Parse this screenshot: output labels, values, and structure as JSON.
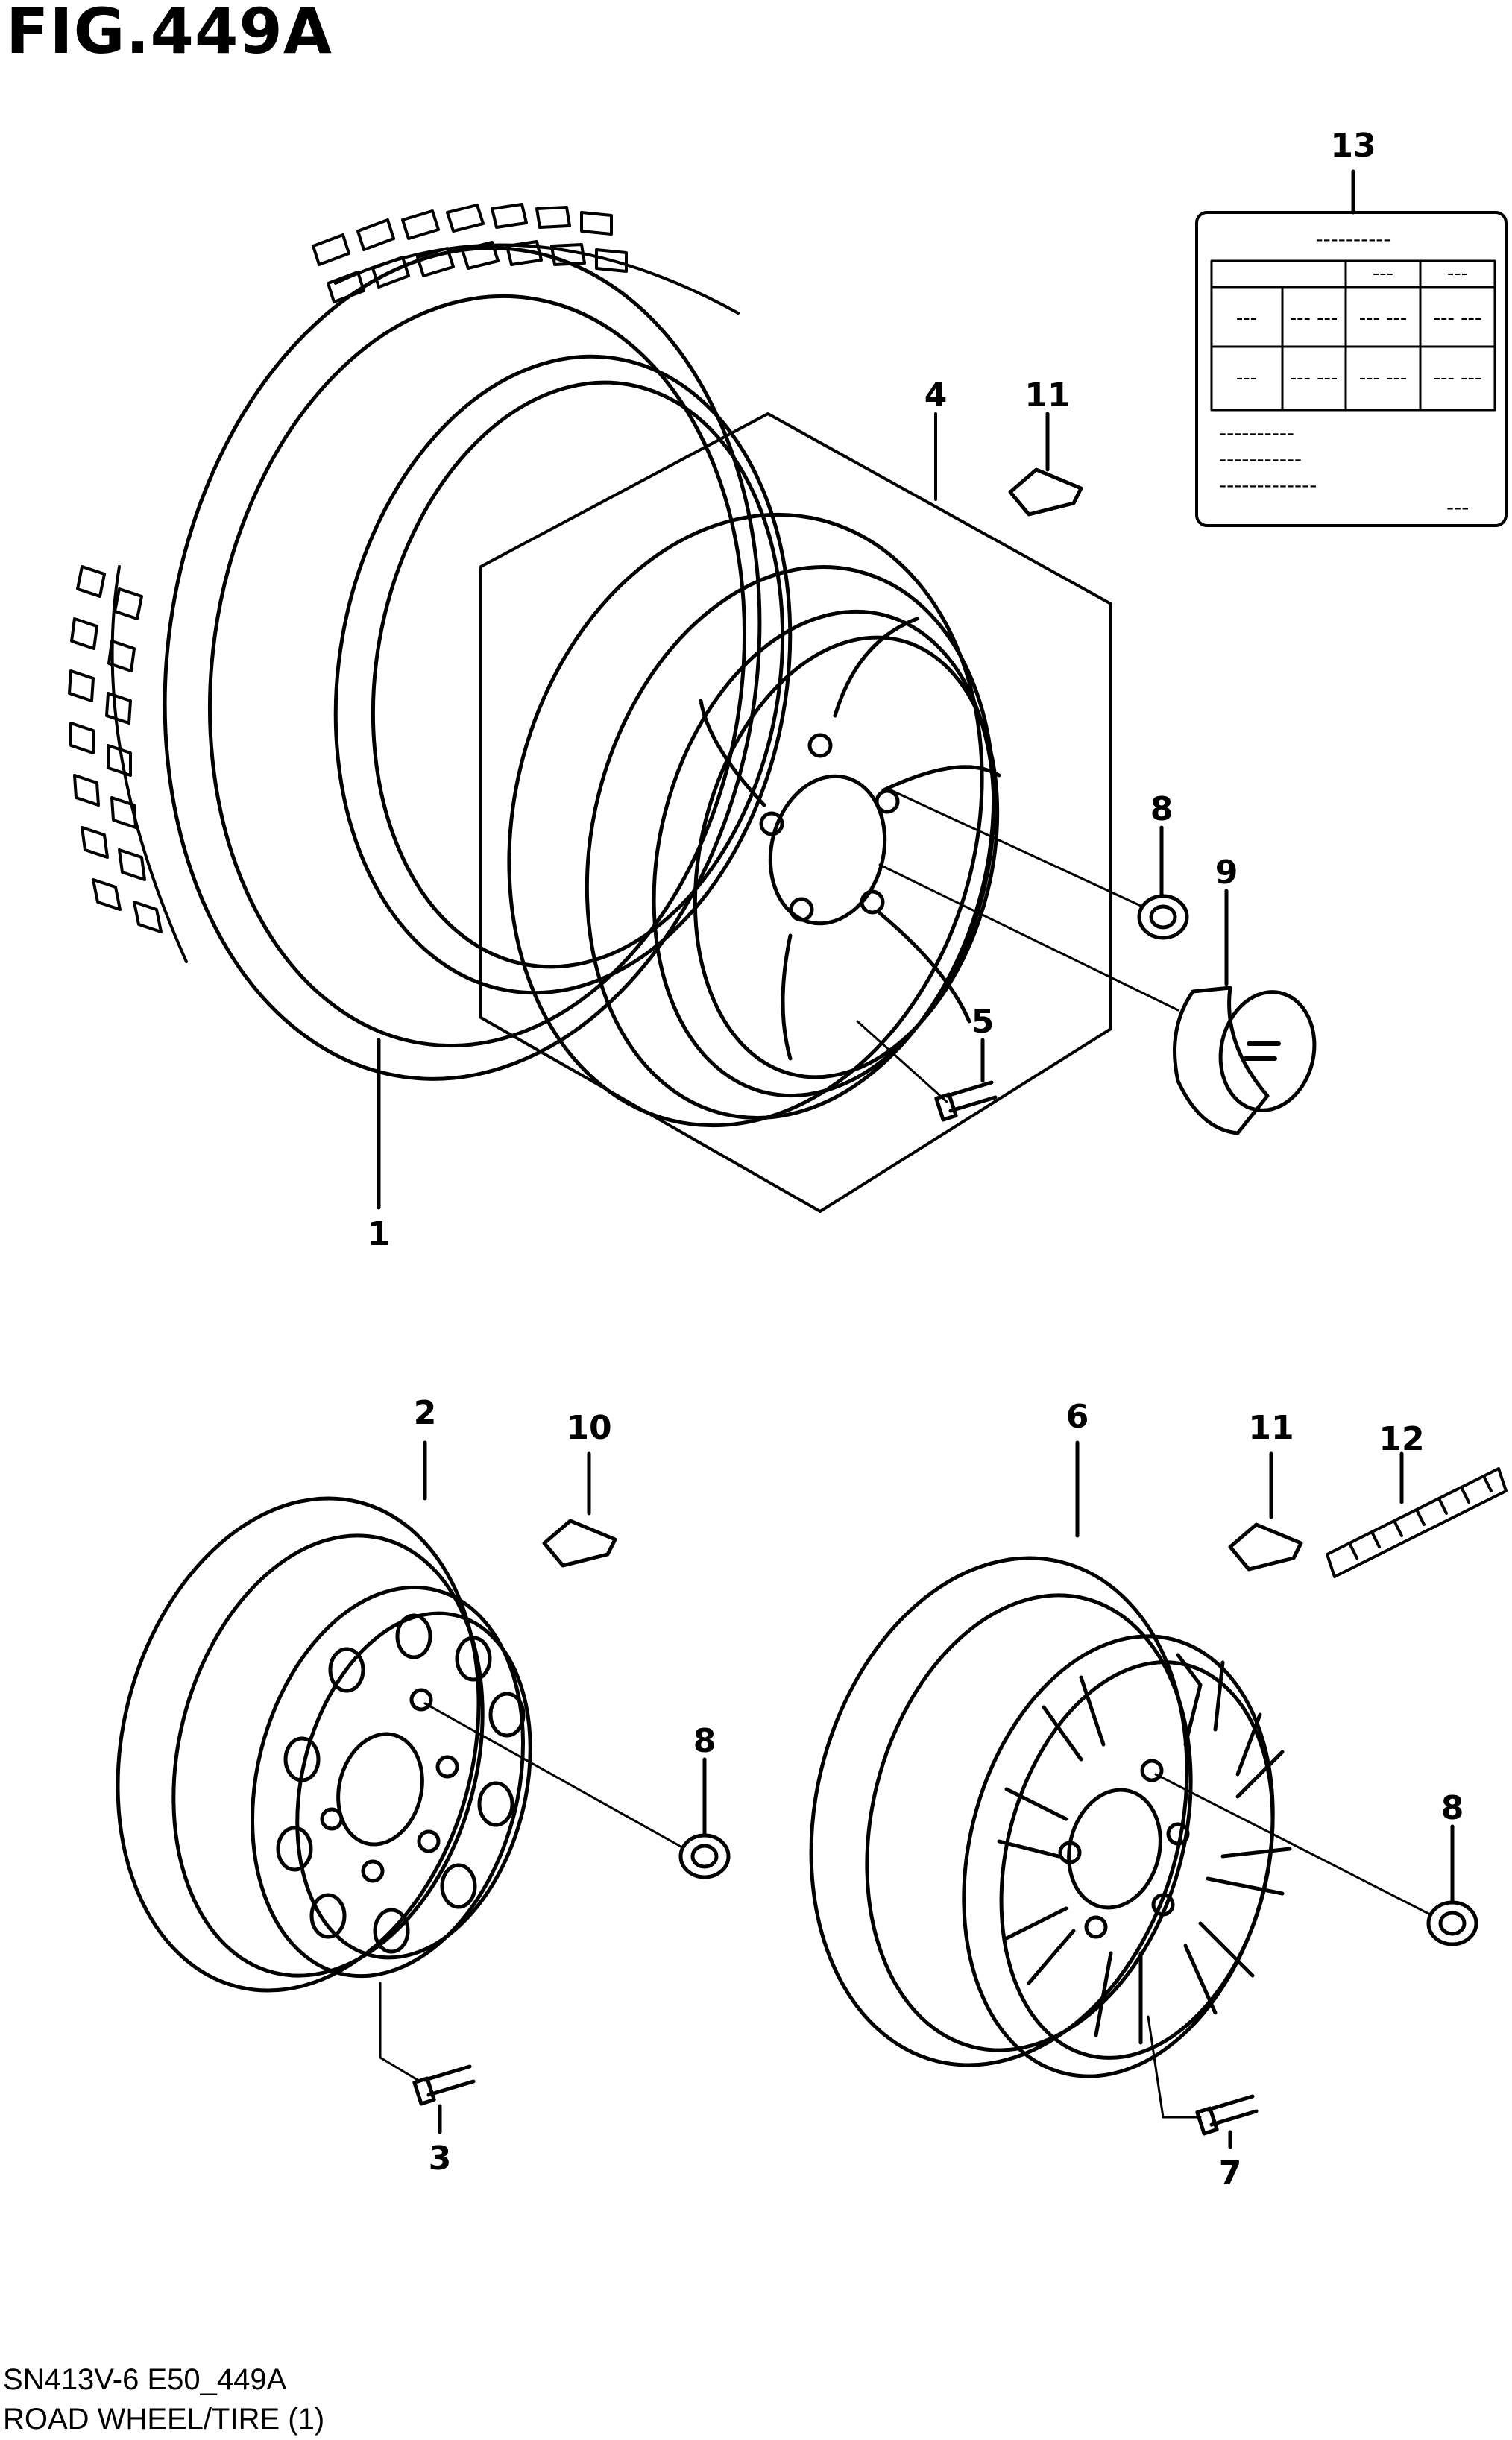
{
  "figure": {
    "title": "FIG.449A",
    "code": "SN413V-6 E50_449A",
    "caption": "ROAD WHEEL/TIRE (1)"
  },
  "callouts": {
    "tire": "1",
    "steel_wheel": "2",
    "steel_wheel_bolt": "3",
    "alloy_wheel_kit": "4",
    "alloy_wheel_bolt": "5",
    "alloy_wheel_2": "6",
    "alloy_wheel_2_bolt": "7",
    "nut_top": "8",
    "nut_steel": "8",
    "nut_alloy": "8",
    "center_cap": "9",
    "pressure_sensor_steel": "10",
    "pressure_sensor_top": "11",
    "pressure_sensor_alloy": "11",
    "weight_strip": "12",
    "tire_label": "13"
  },
  "tire_label": {
    "heading": "----------",
    "rows": [
      [
        "---",
        "--- ---",
        "--- ---",
        "--- ---"
      ],
      [
        "---",
        "--- ---",
        "--- ---",
        "--- ---"
      ]
    ],
    "header_cells": [
      "---",
      "---"
    ],
    "lines": [
      "----------",
      "-----------",
      "-------------",
      "---"
    ]
  },
  "colors": {
    "ink": "#000000",
    "paper": "#ffffff"
  }
}
